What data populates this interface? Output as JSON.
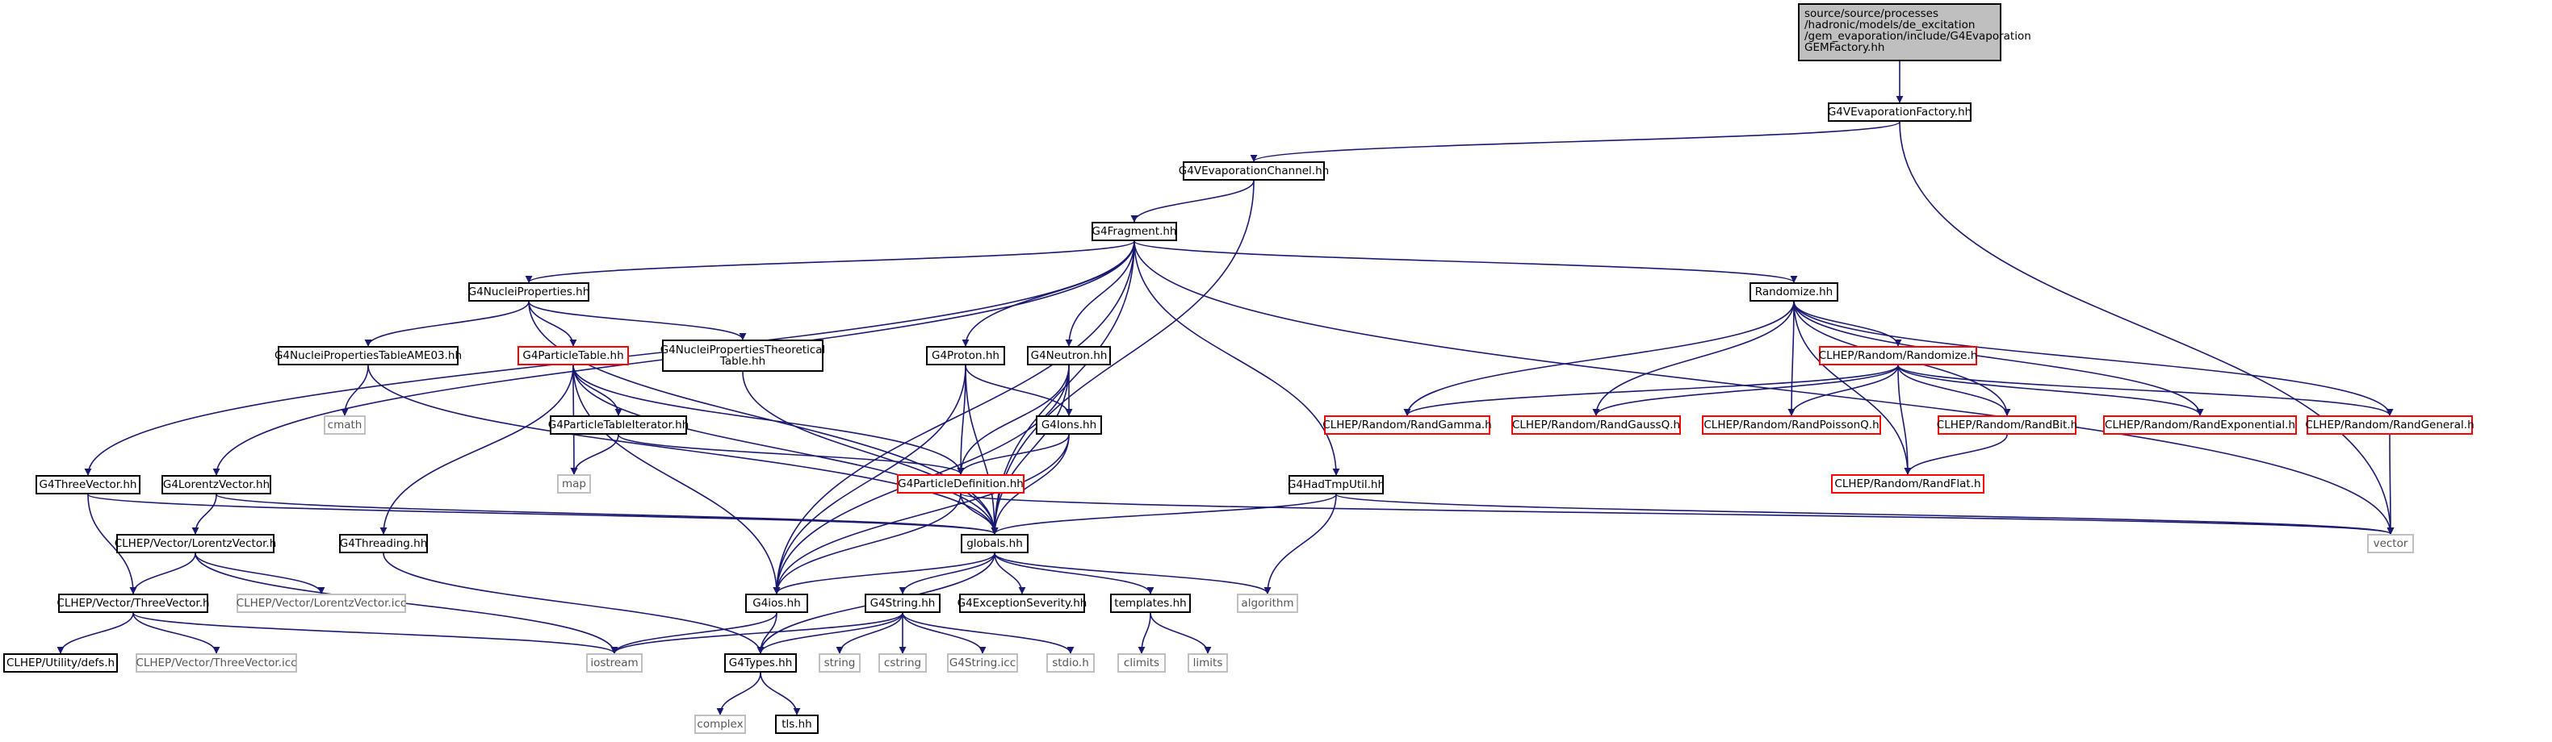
{
  "colors": {
    "edge": "#191970",
    "node_border": "#000000",
    "truncated_border": "#ff0000",
    "system_border": "#c0c0c0",
    "root_fill": "#bfbfbf"
  },
  "nodes": {
    "root": "source/source/processes\n/hadronic/models/de_excitation\n/gem_evaporation/include/G4Evaporation\nGEMFactory.hh",
    "vevapfactory": "G4VEvaporationFactory.hh",
    "vevapchannel": "G4VEvaporationChannel.hh",
    "fragment": "G4Fragment.hh",
    "nucleiprops": "G4NucleiProperties.hh",
    "randomize": "Randomize.hh",
    "nucleiame03": "G4NucleiPropertiesTableAME03.hh",
    "particletable": "G4ParticleTable.hh",
    "nucleitheor": "G4NucleiPropertiesTheoretical\nTable.hh",
    "proton": "G4Proton.hh",
    "neutron": "G4Neutron.hh",
    "clhep_randomize": "CLHEP/Random/Randomize.h",
    "cmath": "cmath",
    "ptiterator": "G4ParticleTableIterator.hh",
    "ions": "G4Ions.hh",
    "randgamma": "CLHEP/Random/RandGamma.h",
    "randgaussq": "CLHEP/Random/RandGaussQ.h",
    "randpoissonq": "CLHEP/Random/RandPoissonQ.h",
    "randbit": "CLHEP/Random/RandBit.h",
    "randexp": "CLHEP/Random/RandExponential.h",
    "randgeneral": "CLHEP/Random/RandGeneral.h",
    "map": "map",
    "particledef": "G4ParticleDefinition.hh",
    "randflat": "CLHEP/Random/RandFlat.h",
    "threevector": "G4ThreeVector.hh",
    "lorentzvector": "G4LorentzVector.hh",
    "hadtmputil": "G4HadTmpUtil.hh",
    "clhep_lorentz": "CLHEP/Vector/LorentzVector.h",
    "globals": "globals.hh",
    "threading": "G4Threading.hh",
    "vector": "vector",
    "clhep_threevec": "CLHEP/Vector/ThreeVector.h",
    "lorentz_icc": "CLHEP/Vector/LorentzVector.icc",
    "g4ios": "G4ios.hh",
    "g4string": "G4String.hh",
    "exceptionseverity": "G4ExceptionSeverity.hh",
    "templates": "templates.hh",
    "algorithm": "algorithm",
    "utility_defs": "CLHEP/Utility/defs.h",
    "threevec_icc": "CLHEP/Vector/ThreeVector.icc",
    "iostream": "iostream",
    "g4types": "G4Types.hh",
    "string": "string",
    "cstring": "cstring",
    "string_icc": "G4String.icc",
    "stdio": "stdio.h",
    "climits": "climits",
    "limits": "limits",
    "complex": "complex",
    "tls": "tls.hh"
  },
  "node_styles": {
    "root": "root",
    "particletable": "trunc",
    "clhep_randomize": "trunc",
    "randgamma": "trunc",
    "randgaussq": "trunc",
    "randpoissonq": "trunc",
    "randbit": "trunc",
    "randexp": "trunc",
    "randgeneral": "trunc",
    "particledef": "trunc",
    "randflat": "trunc",
    "cmath": "sys",
    "map": "sys",
    "vector": "sys",
    "lorentz_icc": "sys",
    "algorithm": "sys",
    "threevec_icc": "sys",
    "iostream": "sys",
    "string": "sys",
    "cstring": "sys",
    "string_icc": "sys",
    "stdio": "sys",
    "climits": "sys",
    "limits": "sys",
    "complex": "sys"
  },
  "edges": [
    [
      "root",
      "vevapfactory"
    ],
    [
      "vevapfactory",
      "vevapchannel"
    ],
    [
      "vevapfactory",
      "vector"
    ],
    [
      "vevapchannel",
      "fragment"
    ],
    [
      "vevapchannel",
      "globals"
    ],
    [
      "fragment",
      "nucleiprops"
    ],
    [
      "fragment",
      "randomize"
    ],
    [
      "fragment",
      "proton"
    ],
    [
      "fragment",
      "neutron"
    ],
    [
      "fragment",
      "threevector"
    ],
    [
      "fragment",
      "lorentzvector"
    ],
    [
      "fragment",
      "hadtmputil"
    ],
    [
      "fragment",
      "globals"
    ],
    [
      "fragment",
      "g4ios"
    ],
    [
      "fragment",
      "vector"
    ],
    [
      "nucleiprops",
      "nucleiame03"
    ],
    [
      "nucleiprops",
      "particletable"
    ],
    [
      "nucleiprops",
      "nucleitheor"
    ],
    [
      "nucleiprops",
      "globals"
    ],
    [
      "nucleiame03",
      "cmath"
    ],
    [
      "nucleiame03",
      "globals"
    ],
    [
      "particletable",
      "ptiterator"
    ],
    [
      "particletable",
      "map"
    ],
    [
      "particletable",
      "particledef"
    ],
    [
      "particletable",
      "threading"
    ],
    [
      "particletable",
      "globals"
    ],
    [
      "particletable",
      "g4ios"
    ],
    [
      "nucleitheor",
      "globals"
    ],
    [
      "ptiterator",
      "map"
    ],
    [
      "ptiterator",
      "particledef"
    ],
    [
      "proton",
      "particledef"
    ],
    [
      "proton",
      "ions"
    ],
    [
      "proton",
      "globals"
    ],
    [
      "proton",
      "g4ios"
    ],
    [
      "neutron",
      "particledef"
    ],
    [
      "neutron",
      "ions"
    ],
    [
      "neutron",
      "globals"
    ],
    [
      "neutron",
      "g4ios"
    ],
    [
      "ions",
      "particledef"
    ],
    [
      "ions",
      "globals"
    ],
    [
      "ions",
      "g4ios"
    ],
    [
      "particledef",
      "globals"
    ],
    [
      "particledef",
      "g4ios"
    ],
    [
      "particledef",
      "vector"
    ],
    [
      "randomize",
      "clhep_randomize"
    ],
    [
      "randomize",
      "randgamma"
    ],
    [
      "randomize",
      "randgaussq"
    ],
    [
      "randomize",
      "randpoissonq"
    ],
    [
      "randomize",
      "randbit"
    ],
    [
      "randomize",
      "randexp"
    ],
    [
      "randomize",
      "randgeneral"
    ],
    [
      "randomize",
      "randflat"
    ],
    [
      "clhep_randomize",
      "randgamma"
    ],
    [
      "clhep_randomize",
      "randgaussq"
    ],
    [
      "clhep_randomize",
      "randpoissonq"
    ],
    [
      "clhep_randomize",
      "randbit"
    ],
    [
      "clhep_randomize",
      "randexp"
    ],
    [
      "clhep_randomize",
      "randgeneral"
    ],
    [
      "clhep_randomize",
      "randflat"
    ],
    [
      "randbit",
      "randflat"
    ],
    [
      "randgeneral",
      "vector"
    ],
    [
      "threevector",
      "clhep_threevec"
    ],
    [
      "threevector",
      "globals"
    ],
    [
      "lorentzvector",
      "clhep_lorentz"
    ],
    [
      "lorentzvector",
      "globals"
    ],
    [
      "clhep_lorentz",
      "clhep_threevec"
    ],
    [
      "clhep_lorentz",
      "lorentz_icc"
    ],
    [
      "clhep_lorentz",
      "iostream"
    ],
    [
      "clhep_threevec",
      "utility_defs"
    ],
    [
      "clhep_threevec",
      "threevec_icc"
    ],
    [
      "clhep_threevec",
      "iostream"
    ],
    [
      "hadtmputil",
      "globals"
    ],
    [
      "hadtmputil",
      "algorithm"
    ],
    [
      "hadtmputil",
      "vector"
    ],
    [
      "globals",
      "g4ios"
    ],
    [
      "globals",
      "g4string"
    ],
    [
      "globals",
      "exceptionseverity"
    ],
    [
      "globals",
      "templates"
    ],
    [
      "globals",
      "algorithm"
    ],
    [
      "globals",
      "g4types"
    ],
    [
      "threading",
      "g4types"
    ],
    [
      "g4ios",
      "iostream"
    ],
    [
      "g4ios",
      "g4types"
    ],
    [
      "g4string",
      "iostream"
    ],
    [
      "g4string",
      "g4types"
    ],
    [
      "g4string",
      "string"
    ],
    [
      "g4string",
      "cstring"
    ],
    [
      "g4string",
      "string_icc"
    ],
    [
      "g4string",
      "stdio"
    ],
    [
      "templates",
      "climits"
    ],
    [
      "templates",
      "limits"
    ],
    [
      "g4types",
      "complex"
    ],
    [
      "g4types",
      "tls"
    ]
  ]
}
